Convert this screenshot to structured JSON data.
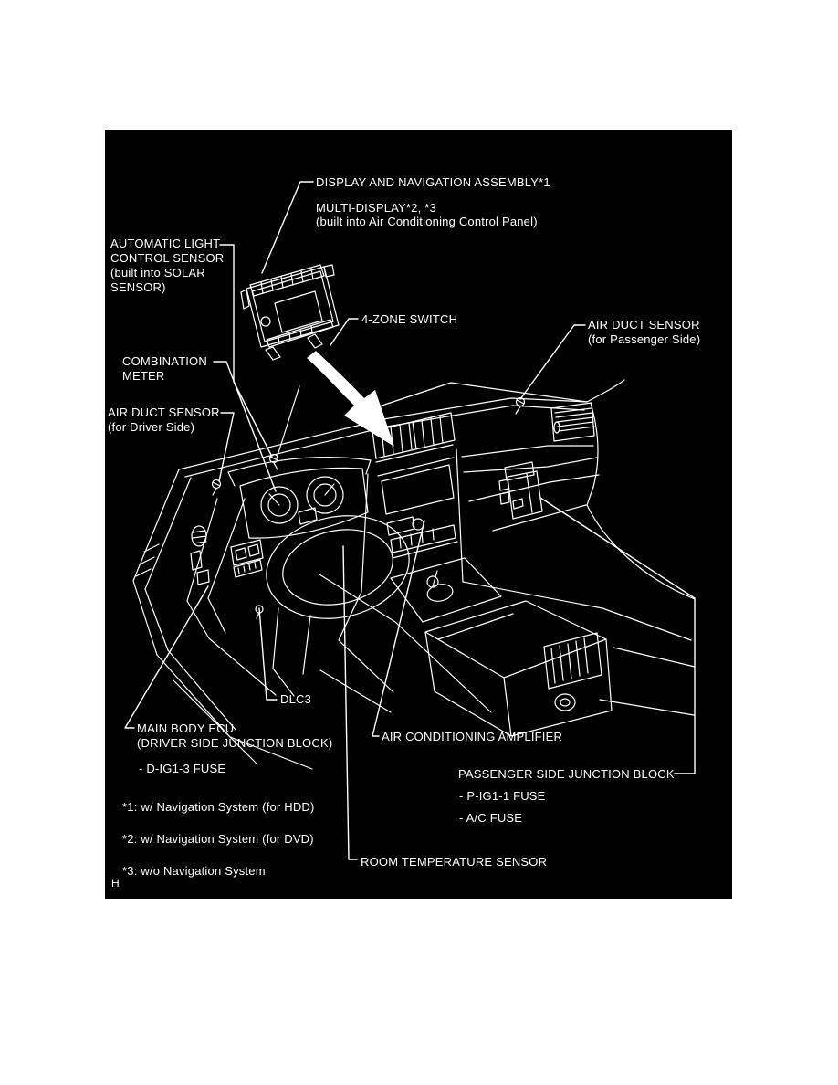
{
  "page": {
    "background": "#ffffff",
    "panel_background": "#000000",
    "line_color": "#ffffff",
    "text_color": "#ffffff"
  },
  "diagram": {
    "labels": {
      "display_nav_assembly": "DISPLAY AND NAVIGATION ASSEMBLY*1",
      "multi_display_line1": "MULTI-DISPLAY*2, *3",
      "multi_display_line2": "(built into Air Conditioning Control Panel)",
      "auto_light_line1": "AUTOMATIC LIGHT",
      "auto_light_line2": "CONTROL SENSOR",
      "auto_light_line3": "(built into SOLAR",
      "auto_light_line4": "SENSOR)",
      "four_zone_switch": "4-ZONE SWITCH",
      "air_duct_passenger_line1": "AIR DUCT SENSOR",
      "air_duct_passenger_line2": "(for Passenger Side)",
      "combination_meter_line1": "COMBINATION",
      "combination_meter_line2": "METER",
      "air_duct_driver_line1": "AIR DUCT SENSOR",
      "air_duct_driver_line2": "(for Driver Side)",
      "dlc3": "DLC3",
      "main_body_ecu_line1": "MAIN BODY ECU",
      "main_body_ecu_line2": "(DRIVER SIDE JUNCTION BLOCK)",
      "main_body_ecu_fuse": "- D-IG1-3 FUSE",
      "ac_amplifier": "AIR CONDITIONING AMPLIFIER",
      "passenger_jb_title": "PASSENGER SIDE JUNCTION BLOCK",
      "passenger_jb_fuse1": "- P-IG1-1 FUSE",
      "passenger_jb_fuse2": "- A/C FUSE",
      "room_temp_sensor": "ROOM TEMPERATURE SENSOR"
    },
    "footnotes": {
      "f1": "*1: w/ Navigation System (for HDD)",
      "f2": "*2: w/ Navigation System (for DVD)",
      "f3": "*3: w/o Navigation System"
    },
    "footer_mark": "H"
  }
}
